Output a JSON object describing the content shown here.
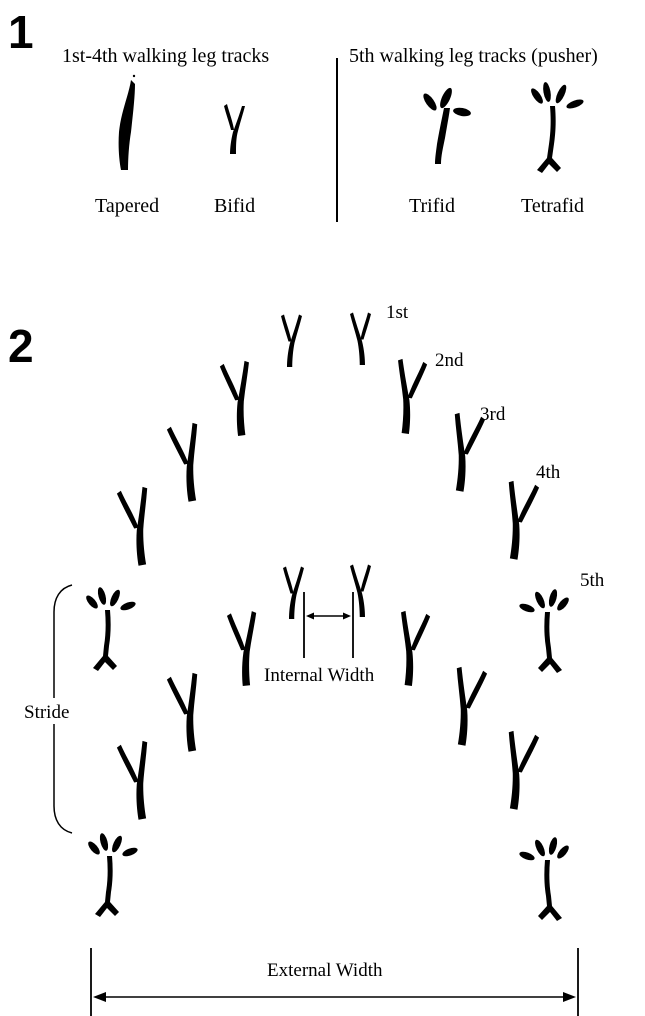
{
  "panel1": {
    "number": "1",
    "group_left_title": "1st-4th walking leg tracks",
    "group_right_title": "5th walking leg tracks (pusher)",
    "types": {
      "tapered": "Tapered",
      "bifid": "Bifid",
      "trifid": "Trifid",
      "tetrafid": "Tetrafid"
    }
  },
  "panel2": {
    "number": "2",
    "legs": {
      "first": "1st",
      "second": "2nd",
      "third": "3rd",
      "fourth": "4th",
      "fifth": "5th"
    },
    "measurements": {
      "internal_width": "Internal Width",
      "stride": "Stride",
      "external_width": "External Width"
    }
  }
}
